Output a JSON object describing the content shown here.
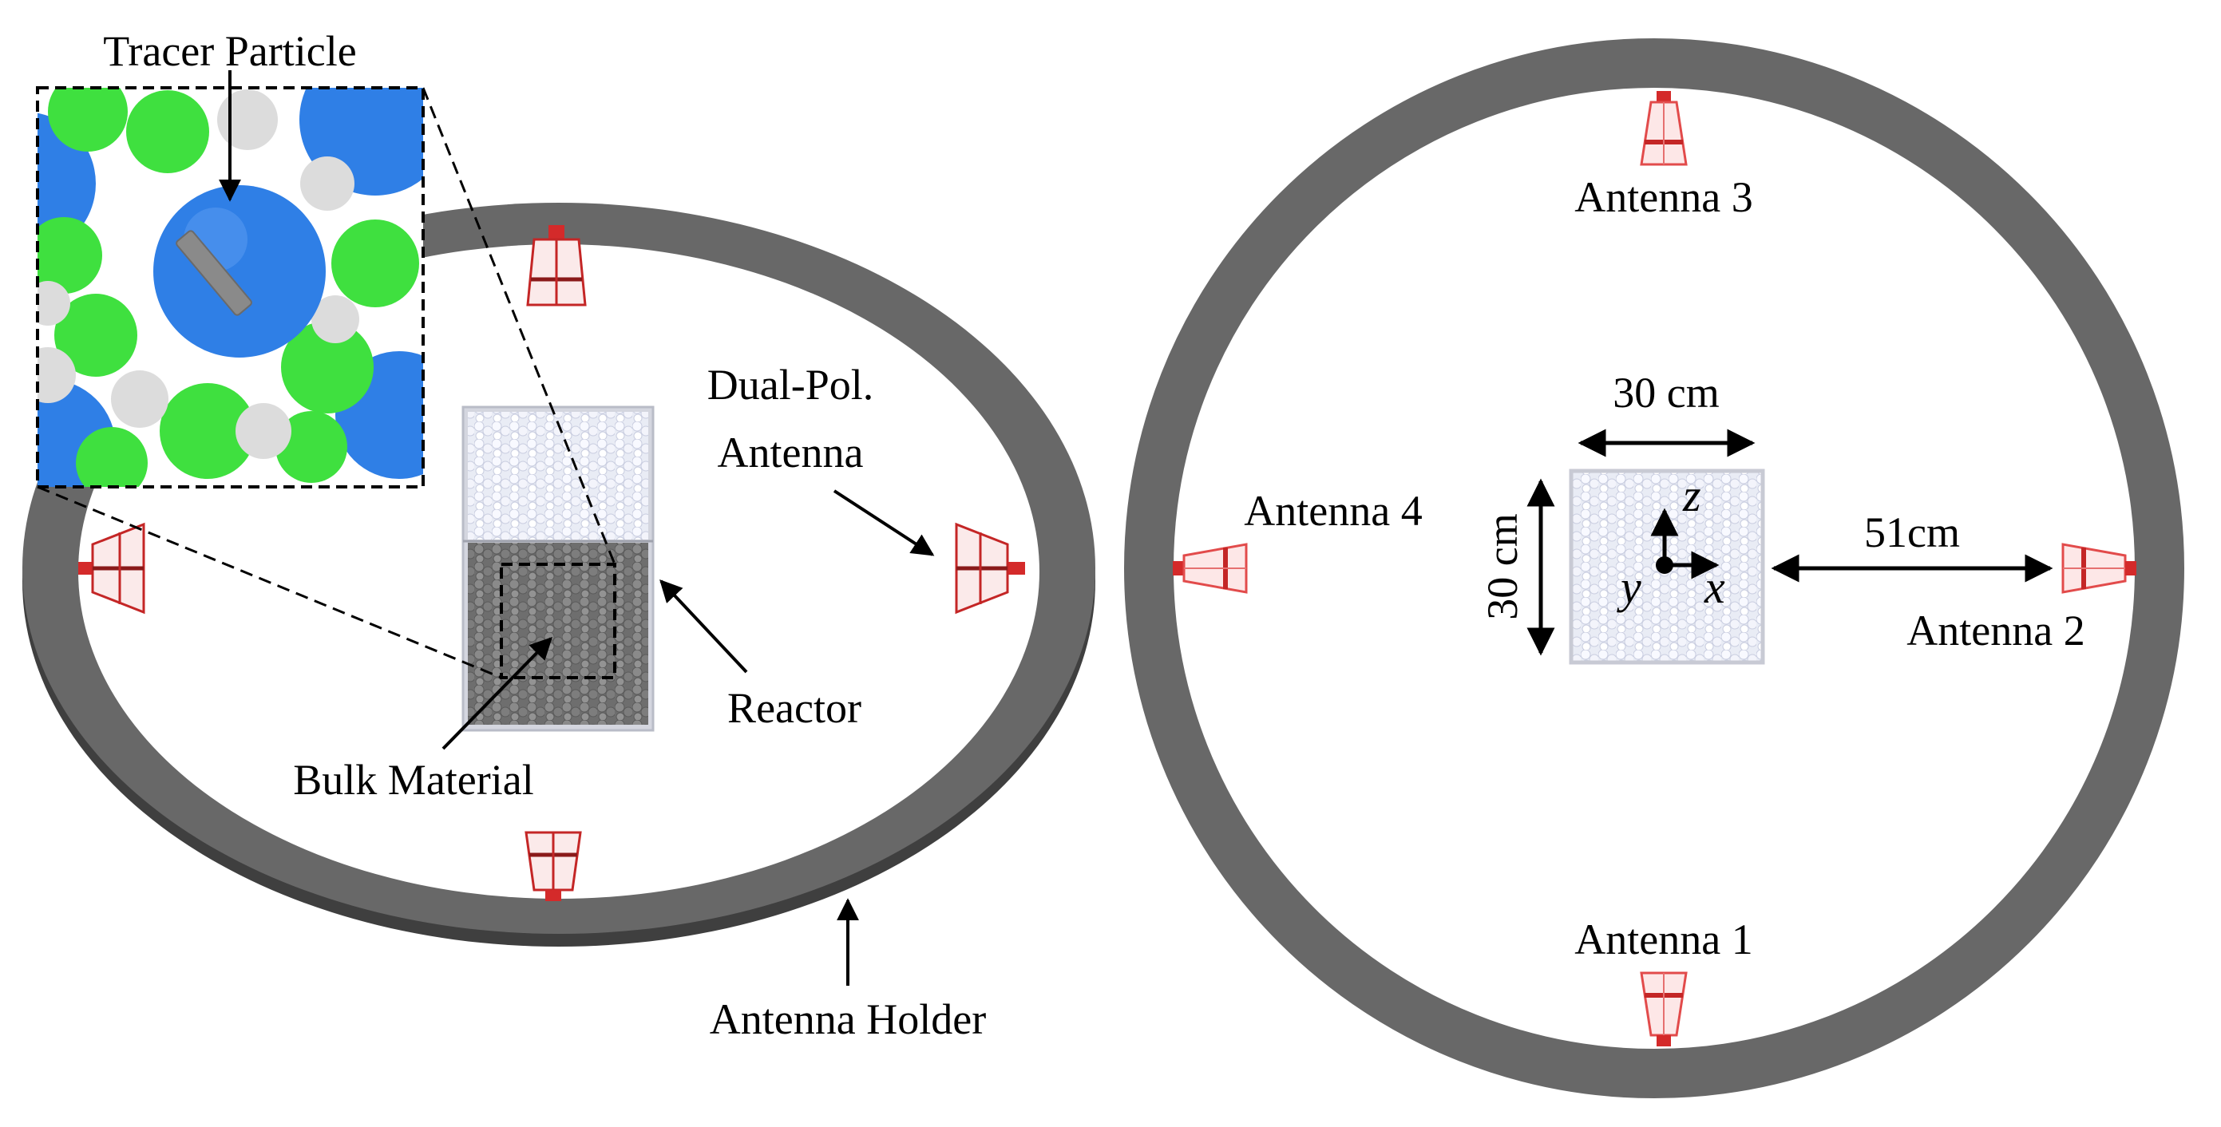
{
  "labels": {
    "tracer_particle": "Tracer Particle",
    "dual_pol_line1": "Dual-Pol.",
    "dual_pol_line2": "Antenna",
    "reactor": "Reactor",
    "bulk_material": "Bulk Material",
    "antenna_holder": "Antenna Holder",
    "antenna_1": "Antenna 1",
    "antenna_2": "Antenna 2",
    "antenna_3": "Antenna 3",
    "antenna_4": "Antenna 4",
    "width_dim": "30 cm",
    "height_dim": "30 cm",
    "distance_dim": "51cm",
    "axis_x": "x",
    "axis_y": "y",
    "axis_z": "z"
  },
  "colors": {
    "ring": "#686868",
    "ring_shadow": "#3f3f3f",
    "antenna_red": "#d42a2a",
    "green_sphere": "#3fe03f",
    "blue_sphere": "#2f7fe6",
    "white_sphere": "#dcdcdc",
    "tracer": "#8a8a8a"
  }
}
